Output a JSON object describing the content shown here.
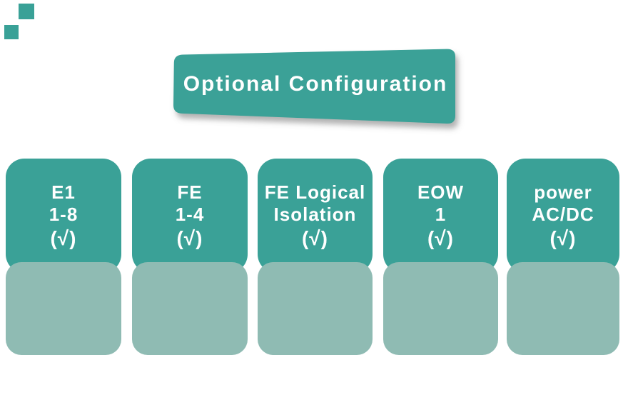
{
  "banner": {
    "label": "Optional Configuration"
  },
  "colors": {
    "teal": "#3AA197",
    "sage": "#8FBBB3",
    "text_on_teal": "#FFFFFF",
    "background": "#FFFFFF"
  },
  "decor_squares": {
    "count": 2,
    "color": "#39A197"
  },
  "option_cards": [
    {
      "line1": "E1",
      "line2": "1-8",
      "status": "(√)"
    },
    {
      "line1": "FE",
      "line2": "1-4",
      "status": "(√)"
    },
    {
      "line1": "FE Logical",
      "line2": "Isolation",
      "status": "(√)"
    },
    {
      "line1": "EOW",
      "line2": "1",
      "status": "(√)"
    },
    {
      "line1": "power",
      "line2": "AC/DC",
      "status": "(√)"
    }
  ],
  "empty_slots_count": 5
}
